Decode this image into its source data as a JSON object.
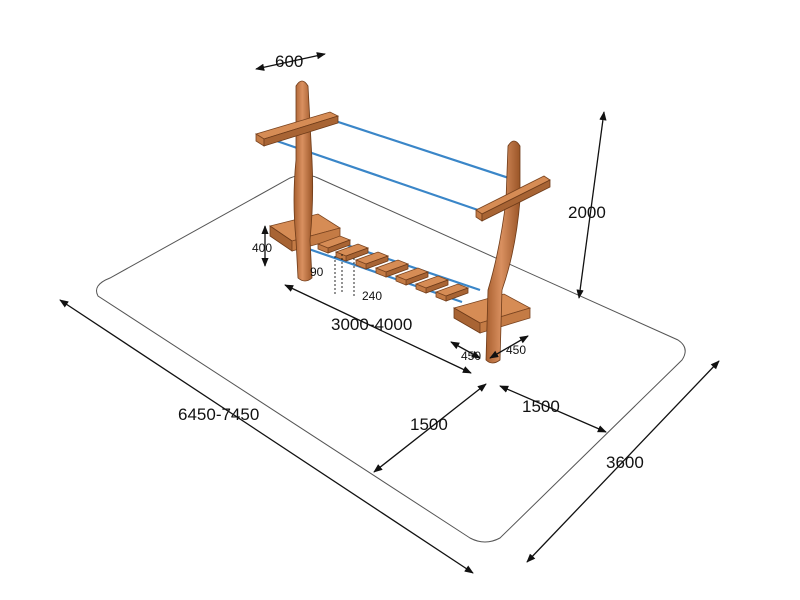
{
  "dimensions": {
    "post_spacing_top": "600",
    "height": "2000",
    "platform_height": "400",
    "plank_width": "90",
    "plank_gap": "240",
    "bridge_length": "3000-4000",
    "platform_depth": "450",
    "platform_width": "450",
    "safety_zone_front": "1500",
    "safety_zone_side": "1500",
    "total_length": "6450-7450",
    "total_width": "3600"
  },
  "colors": {
    "wood": "#c47b45",
    "rope": "#3a86c8",
    "outline": "#111111"
  }
}
